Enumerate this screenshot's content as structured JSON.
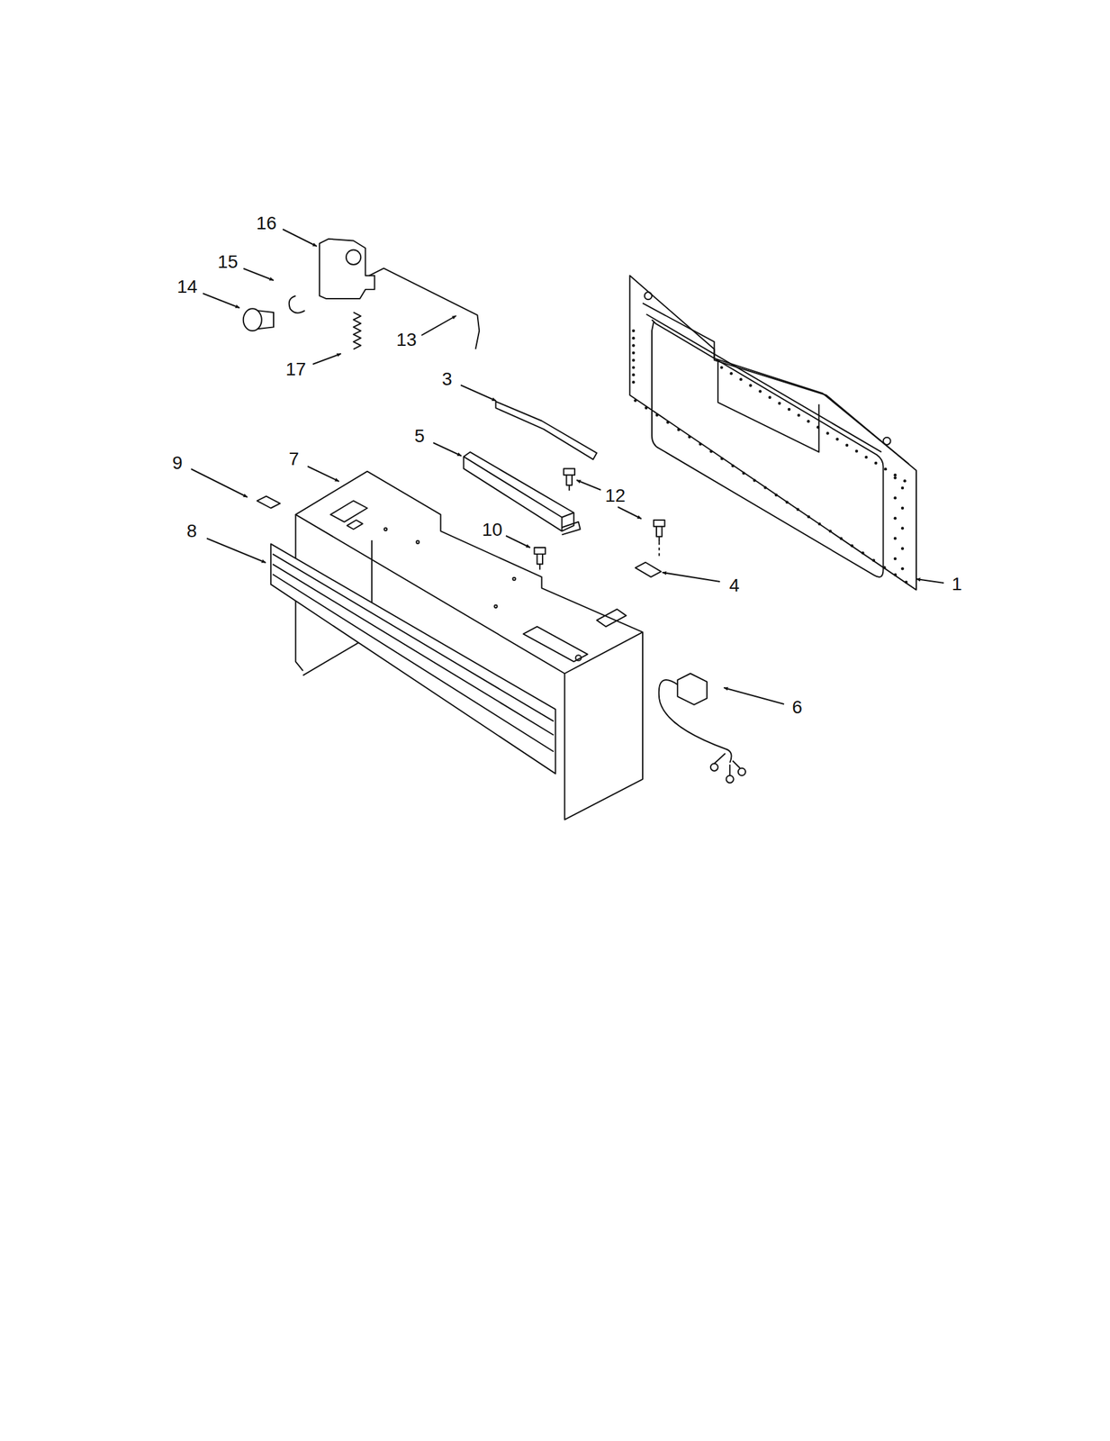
{
  "diagram": {
    "labels": [
      "16",
      "15",
      "14",
      "13",
      "17",
      "3",
      "5",
      "9",
      "7",
      "12",
      "10",
      "8",
      "4",
      "1",
      "6"
    ]
  }
}
